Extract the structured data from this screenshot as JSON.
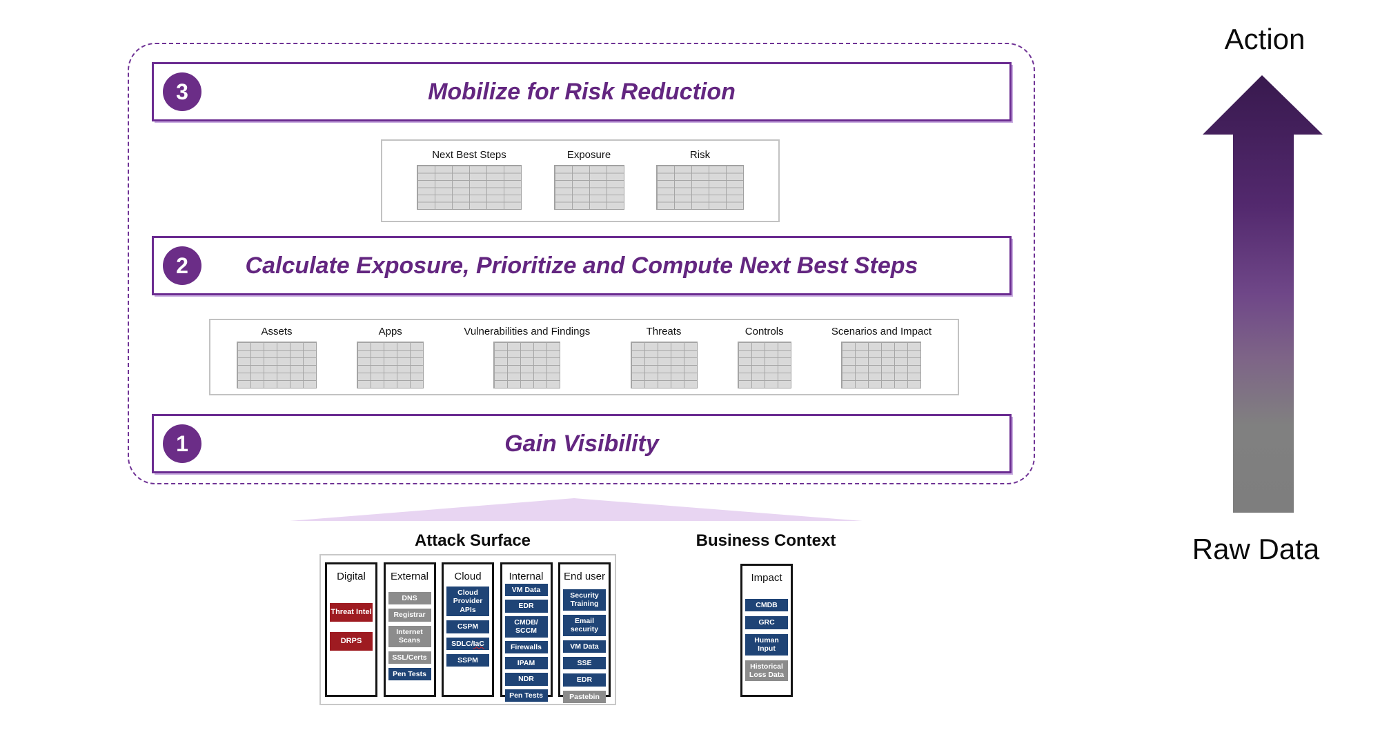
{
  "palette": {
    "purple_border": "#6B2C91",
    "purple_text": "#632680",
    "purple_circle": "#6B2D87",
    "funnel_lavender": "#E8D5F2",
    "chip_red": "#9E1B21",
    "chip_navy": "#1F4476",
    "chip_gray": "#8C8C8C",
    "table_fill": "#D9D9D9",
    "arrow_top_purple": "#38194E",
    "arrow_bottom_gray": "#808080"
  },
  "pipeline": {
    "steps": [
      {
        "number": "3",
        "title": "Mobilize for Risk Reduction"
      },
      {
        "number": "2",
        "title": "Calculate Exposure, Prioritize and Compute Next Best Steps"
      },
      {
        "number": "1",
        "title": "Gain Visibility"
      }
    ],
    "output_tables": [
      {
        "label": "Next Best Steps",
        "cols": 6
      },
      {
        "label": "Exposure",
        "cols": 4
      },
      {
        "label": "Risk",
        "cols": 5
      }
    ],
    "input_tables": [
      {
        "label": "Assets",
        "cols": 6
      },
      {
        "label": "Apps",
        "cols": 5
      },
      {
        "label": "Vulnerabilities and Findings",
        "cols": 5
      },
      {
        "label": "Threats",
        "cols": 5
      },
      {
        "label": "Controls",
        "cols": 4
      },
      {
        "label": "Scenarios and Impact",
        "cols": 6
      }
    ]
  },
  "sources": {
    "attack_surface": {
      "title": "Attack Surface",
      "columns": [
        {
          "header": "Digital",
          "chips": [
            {
              "label": "Threat Intel",
              "color": "red"
            },
            {
              "label": "DRPS",
              "color": "red"
            }
          ]
        },
        {
          "header": "External",
          "chips": [
            {
              "label": "DNS",
              "color": "gray"
            },
            {
              "label": "Registrar",
              "color": "gray"
            },
            {
              "label": "Internet Scans",
              "color": "gray"
            },
            {
              "label": "SSL/Certs",
              "color": "gray"
            },
            {
              "label": "Pen Tests",
              "color": "navy"
            }
          ]
        },
        {
          "header": "Cloud",
          "chips": [
            {
              "label": "Cloud Provider APIs",
              "color": "navy"
            },
            {
              "label": "CSPM",
              "color": "navy"
            },
            {
              "label": "SDLC/IaC",
              "color": "navy",
              "squiggle": "IaC"
            },
            {
              "label": "SSPM",
              "color": "navy"
            }
          ]
        },
        {
          "header": "Internal",
          "chips": [
            {
              "label": "VM Data",
              "color": "navy"
            },
            {
              "label": "EDR",
              "color": "navy"
            },
            {
              "label": "CMDB/ SCCM",
              "color": "navy"
            },
            {
              "label": "Firewalls",
              "color": "navy"
            },
            {
              "label": "IPAM",
              "color": "navy"
            },
            {
              "label": "NDR",
              "color": "navy"
            },
            {
              "label": "Pen Tests",
              "color": "navy"
            }
          ]
        },
        {
          "header": "End user",
          "chips": [
            {
              "label": "Security Training",
              "color": "navy"
            },
            {
              "label": "Email security",
              "color": "navy"
            },
            {
              "label": "VM Data",
              "color": "navy"
            },
            {
              "label": "SSE",
              "color": "navy"
            },
            {
              "label": "EDR",
              "color": "navy"
            },
            {
              "label": "Pastebin",
              "color": "gray"
            }
          ]
        }
      ]
    },
    "business_context": {
      "title": "Business Context",
      "columns": [
        {
          "header": "Impact",
          "chips": [
            {
              "label": "CMDB",
              "color": "navy"
            },
            {
              "label": "GRC",
              "color": "navy"
            },
            {
              "label": "Human Input",
              "color": "navy"
            },
            {
              "label": "Historical Loss Data",
              "color": "gray"
            }
          ]
        }
      ]
    }
  },
  "axis": {
    "top_label": "Action",
    "bottom_label": "Raw Data"
  }
}
